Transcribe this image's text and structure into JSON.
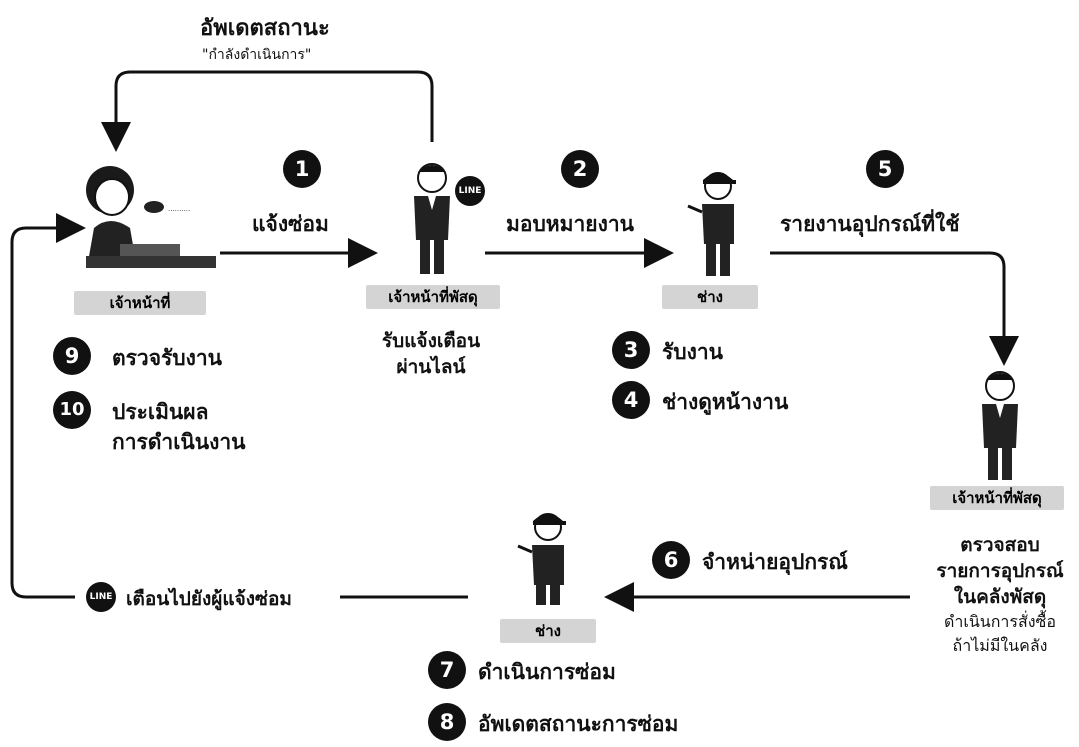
{
  "top_status": {
    "title": "อัพเดตสถานะ",
    "subtitle": "\"กำลังดำเนินการ\""
  },
  "roles": {
    "officer": "เจ้าหน้าที่",
    "supply_officer": "เจ้าหน้าที่พัสดุ",
    "technician_top": "ช่าง",
    "technician_bottom": "ช่าง",
    "supply_officer_right": "เจ้าหน้าที่พัสดุ"
  },
  "steps": [
    {
      "num": "1",
      "label": "แจ้งซ่อม"
    },
    {
      "num": "2",
      "label": "มอบหมายงาน"
    },
    {
      "num": "3",
      "label": "รับงาน"
    },
    {
      "num": "4",
      "label": "ช่างดูหน้างาน"
    },
    {
      "num": "5",
      "label": "รายงานอุปกรณ์ที่ใช้"
    },
    {
      "num": "6",
      "label": "จำหน่ายอุปกรณ์"
    },
    {
      "num": "7",
      "label": "ดำเนินการซ่อม"
    },
    {
      "num": "8",
      "label": "อัพเดตสถานะการซ่อม"
    },
    {
      "num": "9",
      "label": "ตรวจรับงาน"
    },
    {
      "num": "10",
      "label_line1": "ประเมินผล",
      "label_line2": "การดำเนินงาน"
    }
  ],
  "notes": {
    "line_notify_line1": "รับแจ้งเตือน",
    "line_notify_line2": "ผ่านไลน์",
    "check_line1": "ตรวจสอบ",
    "check_line2": "รายการอุปกรณ์",
    "check_line3": "ในคลังพัสดุ",
    "order_line1": "ดำเนินการสั่งซื้อ",
    "order_line2": "ถ้าไม่มีในคลัง",
    "notify_requester": "เตือนไปยังผู้แจ้งซ่อม"
  },
  "line_icon_text": "LINE"
}
